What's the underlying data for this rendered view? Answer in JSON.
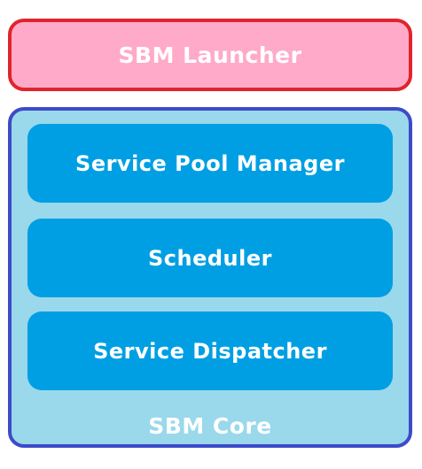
{
  "launcher": {
    "label": "SBM Launcher",
    "fill": "#ffaac8",
    "border": "#e0242d"
  },
  "core": {
    "label": "SBM Core",
    "fill": "#9ad8eb",
    "border": "#3c4bc8",
    "modules": [
      {
        "label": "Service Pool Manager",
        "fill": "#009fe3"
      },
      {
        "label": "Scheduler",
        "fill": "#009fe3"
      },
      {
        "label": "Service Dispatcher",
        "fill": "#009fe3"
      }
    ]
  }
}
